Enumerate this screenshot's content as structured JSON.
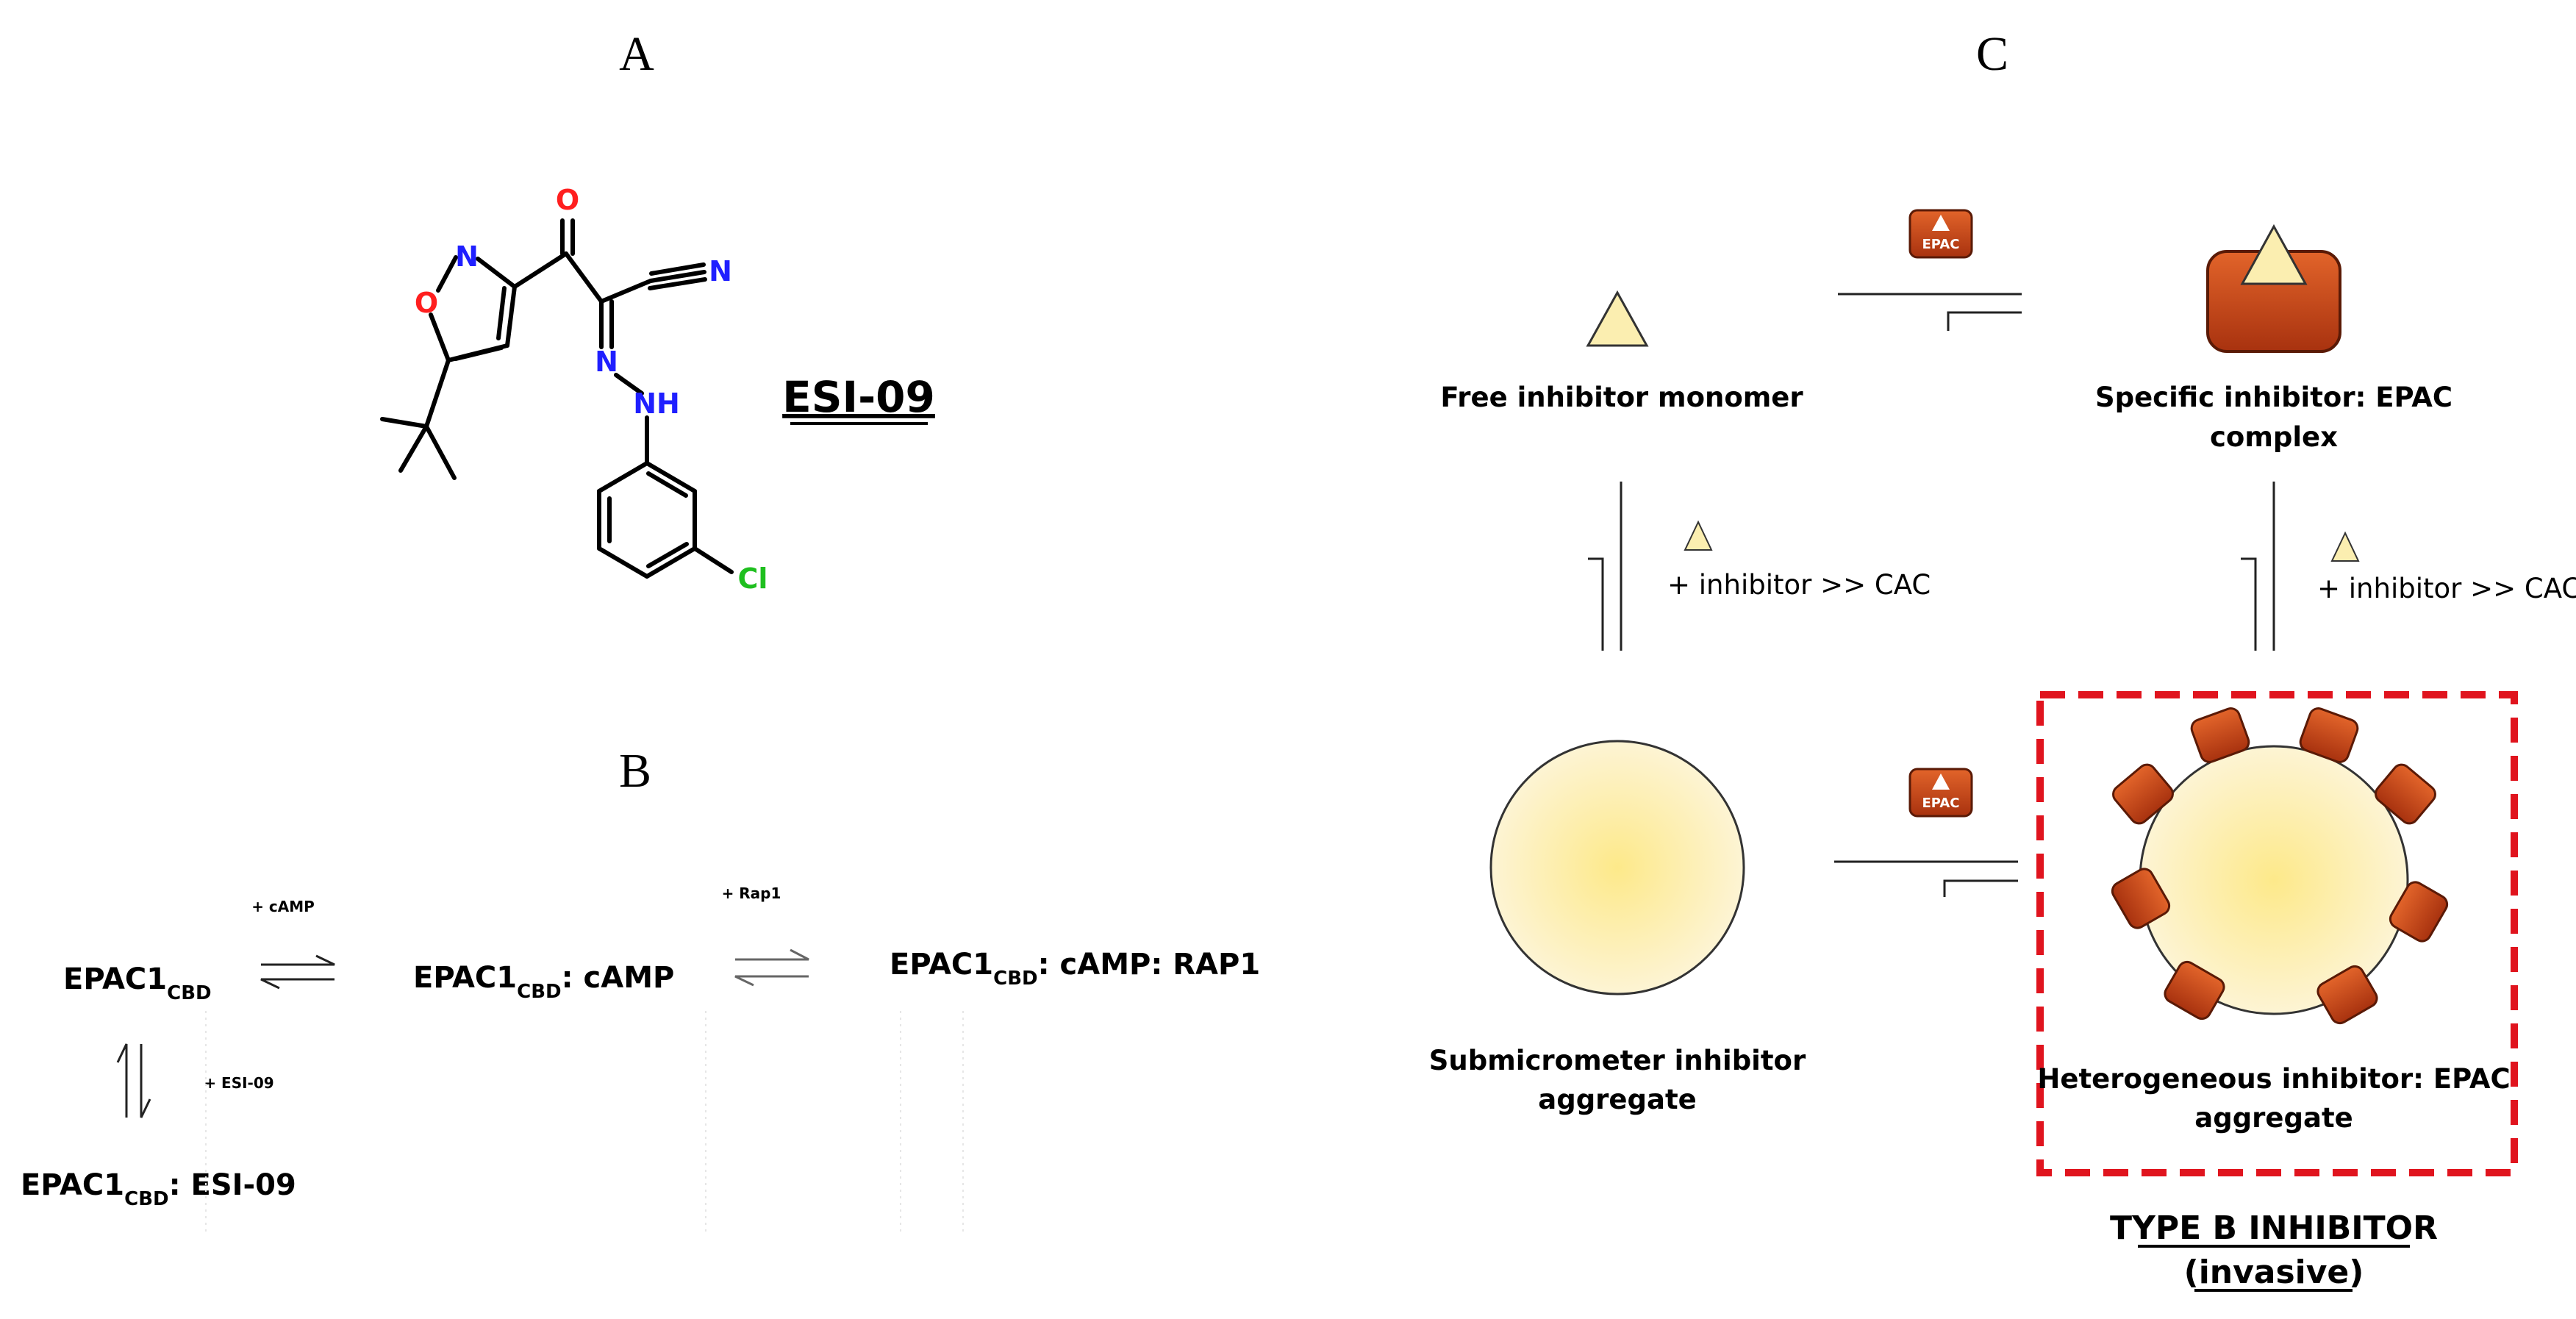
{
  "panels": {
    "a": {
      "letter": "A",
      "compound_name": "ESI-09",
      "atoms": {
        "o_carbonyl": "O",
        "n_ring": "N",
        "o_ring": "O",
        "n_nitrile": "N",
        "n_imine": "N",
        "nh": "NH",
        "cl": "Cl"
      }
    },
    "b": {
      "letter": "B",
      "epac1_main": "EPAC1",
      "sub_cbd": "CBD",
      "suffix_camp": ": cAMP",
      "suffix_camp_rap1": ": cAMP: RAP1",
      "suffix_esi": ": ESI-09",
      "label_plus_camp": "+ cAMP",
      "label_plus_rap1": "+ Rap1",
      "label_plus_esi": "+ ESI-09"
    },
    "c": {
      "letter": "C",
      "epac_badge": "EPAC",
      "free_monomer": "Free inhibitor monomer",
      "specific_complex_1": "Specific inhibitor: EPAC",
      "specific_complex_2": "complex",
      "plus_inhibitor_cac": "+ inhibitor >> CAC",
      "submicrometer_1": "Submicrometer inhibitor",
      "submicrometer_2": "aggregate",
      "heterogeneous_1": "Heterogeneous inhibitor: EPAC",
      "heterogeneous_2": "aggregate",
      "type_b_1": "TYPE B INHIBITOR",
      "type_b_2": "(invasive)"
    }
  },
  "colors": {
    "oxygen": "#ff1f1f",
    "nitrogen": "#1f1fff",
    "chlorine": "#1fbf1f",
    "epac_orange": "#c8451a",
    "inhibitor_yellow": "#fbeeb0",
    "highlight_red": "#e0141e"
  }
}
